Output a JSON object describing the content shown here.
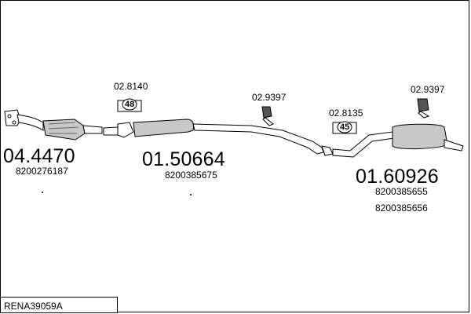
{
  "parts": {
    "downpipe": {
      "code": "04.4470",
      "oem": [
        "8200276187"
      ]
    },
    "middle_silencer": {
      "code": "01.50664",
      "oem": [
        "8200385675"
      ]
    },
    "rear_silencer": {
      "code": "01.60926",
      "oem": [
        "8200385655",
        "8200385656"
      ]
    }
  },
  "clamps": {
    "clamp_a": {
      "code": "02.8140",
      "size": "48"
    },
    "clamp_b": {
      "code": "02.8135",
      "size": "45"
    }
  },
  "hangers": {
    "hanger_a": {
      "code": "02.9397"
    },
    "hanger_b": {
      "code": "02.9397"
    }
  },
  "footer": {
    "reference": "RENA39059A"
  }
}
